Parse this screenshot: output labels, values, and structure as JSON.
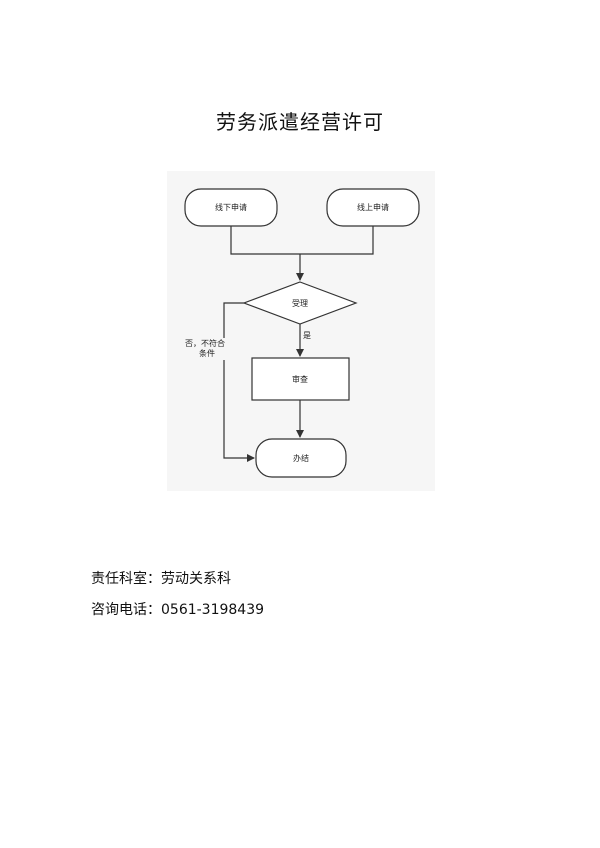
{
  "page": {
    "title": "劳务派遣经营许可"
  },
  "flowchart": {
    "nodes": {
      "offline_apply": "线下申请",
      "online_apply": "线上申请",
      "accept": "受理",
      "review": "审查",
      "complete": "办结"
    },
    "edges": {
      "yes_label": "是",
      "no_label_line1": "否，不符合",
      "no_label_line2": "条件"
    }
  },
  "footer": {
    "department_label": "责任科室：",
    "department_value": "劳动关系科",
    "phone_label": "咨询电话：",
    "phone_value": "0561-3198439"
  }
}
